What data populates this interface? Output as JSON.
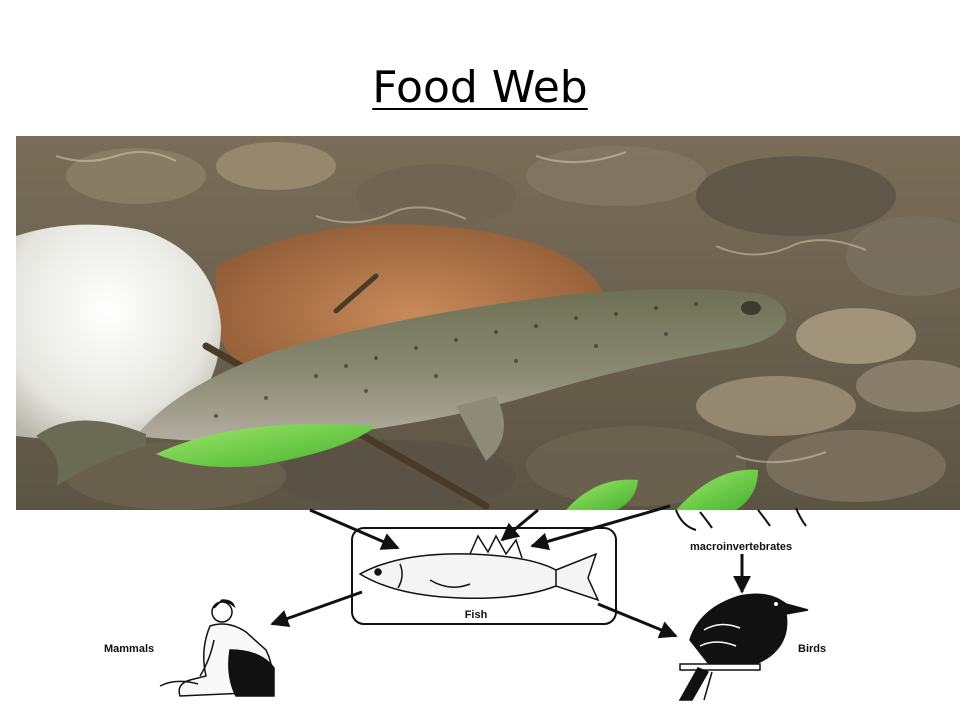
{
  "title": "Food Web",
  "diagram": {
    "labels": {
      "fish": "Fish",
      "macroinvertebrates": "macroinvertebrates",
      "mammals": "Mammals",
      "birds": "Birds"
    }
  }
}
